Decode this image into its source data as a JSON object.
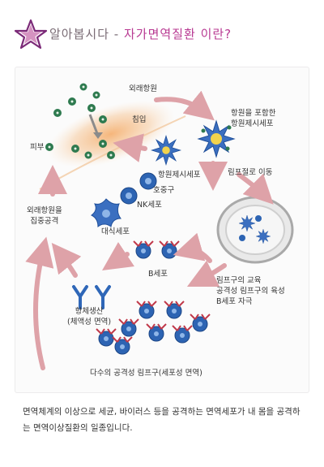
{
  "header": {
    "prefix": "알아봅시다",
    "dash": "-",
    "subject": "자가면역질환 이란?",
    "colors": {
      "prefix": "#7a6c75",
      "accent": "#b83a92",
      "star": "#7b2a78"
    }
  },
  "diagram": {
    "labels": {
      "foreign_antigen": "외래항원",
      "invasion": "침입",
      "skin": "피부",
      "apc_including_antigen": "항원을 포함한\n항원제시세포",
      "apc": "항원제시세포",
      "lymph_node_move": "림프절로 이동",
      "neutrophil": "호중구",
      "nk_cell": "NK세포",
      "attack_antigen": "외래항원을\n집중공격",
      "macrophage": "대식세포",
      "b_cell": "B세포",
      "lymphocyte_education": "림프구의 교육\n공격성 림프구의 육성\nB세포 자극",
      "antibody_production": "항체생산\n(체액성 면역)",
      "aggressive_lymphocytes": "다수의 공격성 림프구(세포성 면역)"
    },
    "colors": {
      "arrow": "#dea2a8",
      "antigen": "#2e7a4f",
      "skin_glow": "#f3b77c",
      "cell_blue": "#2f67b8",
      "lymph_node": "#c9c9c9"
    }
  },
  "caption": "면역체계의 이상으로 세균, 바이러스 등을 공격하는 면역세포가 내 몸을 공격하는 면역이상질환의 일종입니다."
}
